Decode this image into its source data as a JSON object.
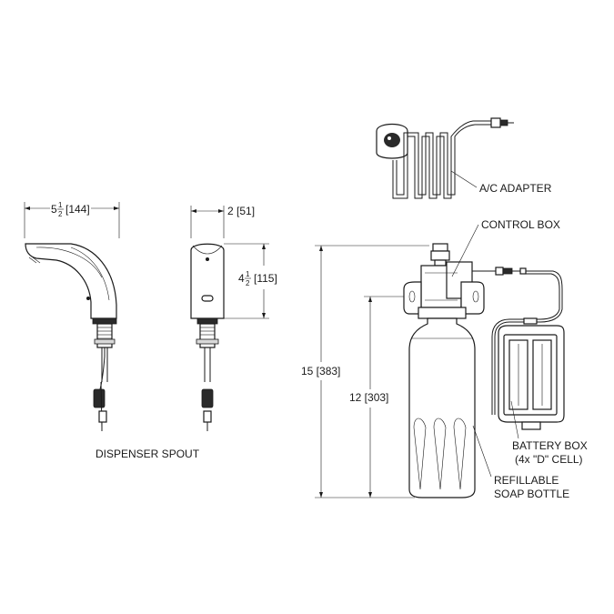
{
  "dimensions": {
    "spout_width": {
      "whole": "5",
      "num": "1",
      "den": "2",
      "metric": "[144]"
    },
    "spout_depth": {
      "text": "2 [51]"
    },
    "spout_height": {
      "whole": "4",
      "num": "1",
      "den": "2",
      "metric": "[115]"
    },
    "overall_height": {
      "text": "15 [383]"
    },
    "bottle_height": {
      "text": "12 [303]"
    }
  },
  "labels": {
    "dispenser_spout": "DISPENSER SPOUT",
    "ac_adapter": "A/C ADAPTER",
    "control_box": "CONTROL BOX",
    "battery_box_line1": "BATTERY BOX",
    "battery_box_line2": "(4x \"D\" CELL)",
    "soap_bottle_line1": "REFILLABLE",
    "soap_bottle_line2": "SOAP BOTTLE"
  }
}
